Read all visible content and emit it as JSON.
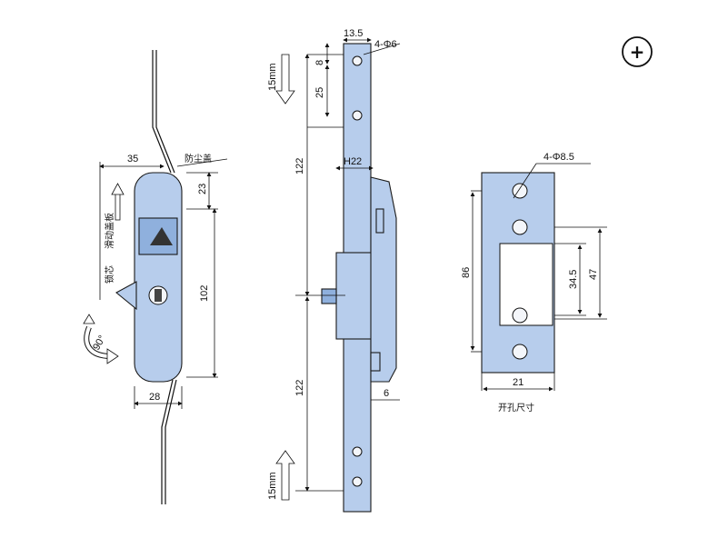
{
  "colors": {
    "part": "#b7cdec",
    "part_dark": "#8fb0dd",
    "line": "#1a1a1a"
  },
  "icons": {
    "add": "plus-circle-icon",
    "rotate": "rotate-arrow-icon"
  },
  "labels": {
    "dust_cover": "防尘盖",
    "sliding_cover": "滑动盖板",
    "lock_core": "锁芯",
    "cutout_size": "开孔尺寸",
    "add_symbol": "+",
    "rotate_angle": "90°"
  },
  "dims": {
    "d35": "35",
    "d23": "23",
    "d102": "102",
    "d28": "28",
    "d13_5": "13.5",
    "holes_6": "4-Φ6",
    "d8": "8",
    "d25": "25",
    "d15_top": "15mm",
    "d122_top": "122",
    "h22": "H22",
    "d122_bottom": "122",
    "d6": "6",
    "d15_bottom": "15mm",
    "holes_8_5": "4-Φ8.5",
    "d86": "86",
    "d34_5": "34.5",
    "d47": "47",
    "d21": "21"
  }
}
